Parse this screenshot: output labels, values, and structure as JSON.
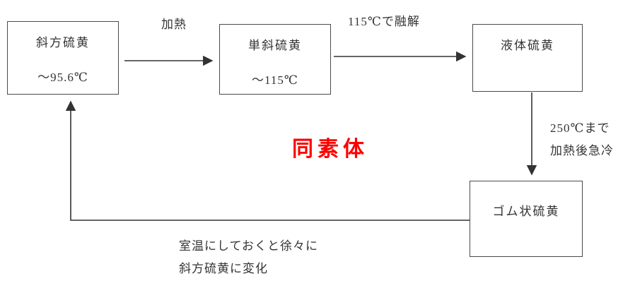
{
  "diagram": {
    "boxes": [
      {
        "title": "斜方硫黄",
        "subtitle": "～95.6℃"
      },
      {
        "title": "単斜硫黄",
        "subtitle": "～115℃"
      },
      {
        "title": "液体硫黄"
      },
      {
        "title": "ゴム状硫黄"
      }
    ],
    "labels": {
      "heat": "加熱",
      "melt": "115℃で融解",
      "quench_line1": "250℃まで",
      "quench_line2": "加熱後急冷",
      "room_note_line1": "室温にしておくと徐々に",
      "room_note_line2": "斜方硫黄に変化",
      "center": "同素体"
    },
    "colors": {
      "accent": "#ff0000",
      "line": "#333333"
    }
  }
}
